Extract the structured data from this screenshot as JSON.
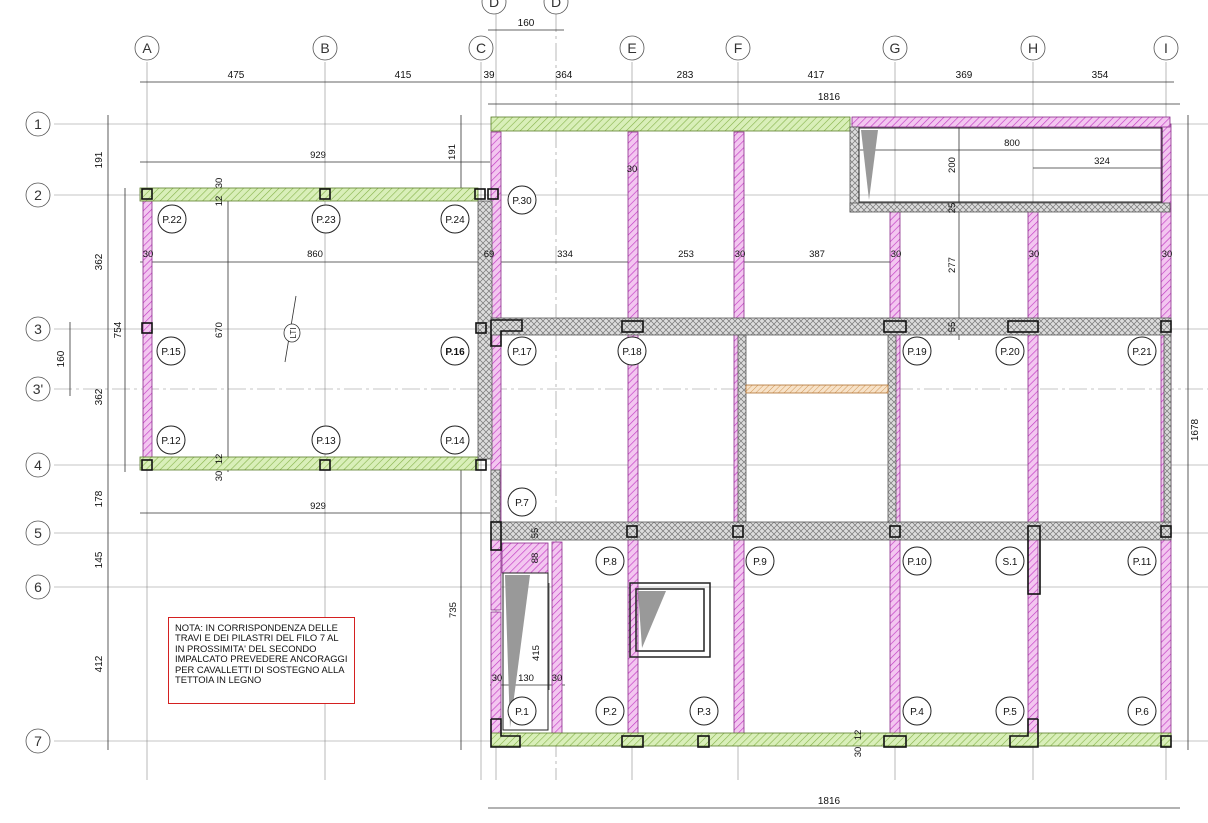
{
  "grid_columns": [
    "A",
    "B",
    "C",
    "D",
    "D",
    "E",
    "F",
    "G",
    "H",
    "I"
  ],
  "grid_rows": [
    "1",
    "2",
    "3",
    "3'",
    "4",
    "5",
    "6",
    "7"
  ],
  "top_dimensions": [
    "475",
    "415",
    "39",
    "364",
    "283",
    "417",
    "369",
    "354"
  ],
  "d_spacing": "160",
  "overall_width": "1816",
  "overall_width_bottom": "1816",
  "overall_height": "1678",
  "left_dimensions": [
    "191",
    "362",
    "160",
    "362",
    "754",
    "178",
    "145",
    "412"
  ],
  "inner_dimensions": {
    "d929_top": "929",
    "d191": "191",
    "d30_a": "30",
    "d12_a": "12",
    "d860": "860",
    "d670": "670",
    "d30_b": "30",
    "d12_b": "12",
    "d929_bottom": "929",
    "d69": "69",
    "d334": "334",
    "d253": "253",
    "d387": "387",
    "d30_c": "30",
    "d30_d": "30",
    "d30_e": "30",
    "d30_f": "30",
    "d30_g": "30",
    "d800": "800",
    "d324": "324",
    "d200": "200",
    "d25": "25",
    "d277": "277",
    "d55_a": "55",
    "d55_b": "55",
    "d88": "88",
    "d735": "735",
    "d415": "415",
    "d130": "130",
    "d30_h": "30",
    "d30_i": "30",
    "d30_j": "30",
    "d12_c": "12"
  },
  "pillars": [
    "P.22",
    "P.23",
    "P.24",
    "P.30",
    "P.15",
    "P.16",
    "P.17",
    "P.18",
    "P.19",
    "P.20",
    "P.21",
    "P.12",
    "P.13",
    "P.14",
    "P.7",
    "P.8",
    "P.9",
    "P.10",
    "S.1",
    "P.11",
    "P.1",
    "P.2",
    "P.3",
    "P.4",
    "P.5",
    "P.6"
  ],
  "stair_label": "LTI",
  "note_lines": [
    "NOTA: IN CORRISPONDENZA DELLE",
    "TRAVI E DEI PILASTRI DEL FILO 7 AL",
    "IN PROSSIMITA' DEL SECONDO",
    "IMPALCATO PREVEDERE ANCORAGGI",
    "PER CAVALLETTI DI SOSTEGNO ALLA",
    "TETTOIA IN LEGNO"
  ],
  "colors": {
    "pink_beam": "#d96ad9",
    "green_beam": "#b9dc8a",
    "grey_beam": "#bcbcbc",
    "note_border": "#d42020"
  }
}
